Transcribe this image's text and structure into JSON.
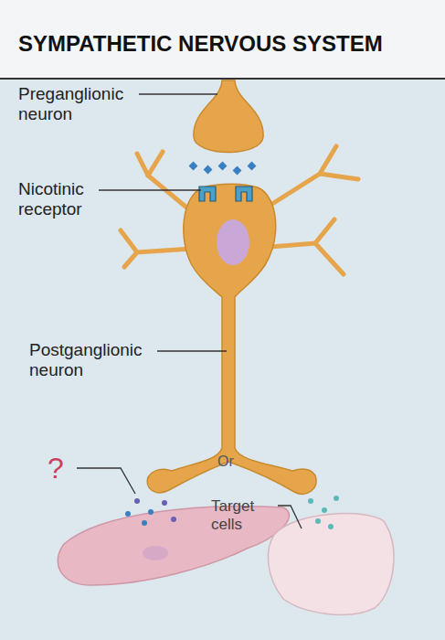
{
  "diagram": {
    "title": "SYMPATHETIC NERVOUS SYSTEM",
    "labels": [
      "Preganglionic neuron",
      "Nicotinic receptor",
      "Postganglionic neuron",
      "?",
      "Or",
      "Target cells"
    ]
  }
}
